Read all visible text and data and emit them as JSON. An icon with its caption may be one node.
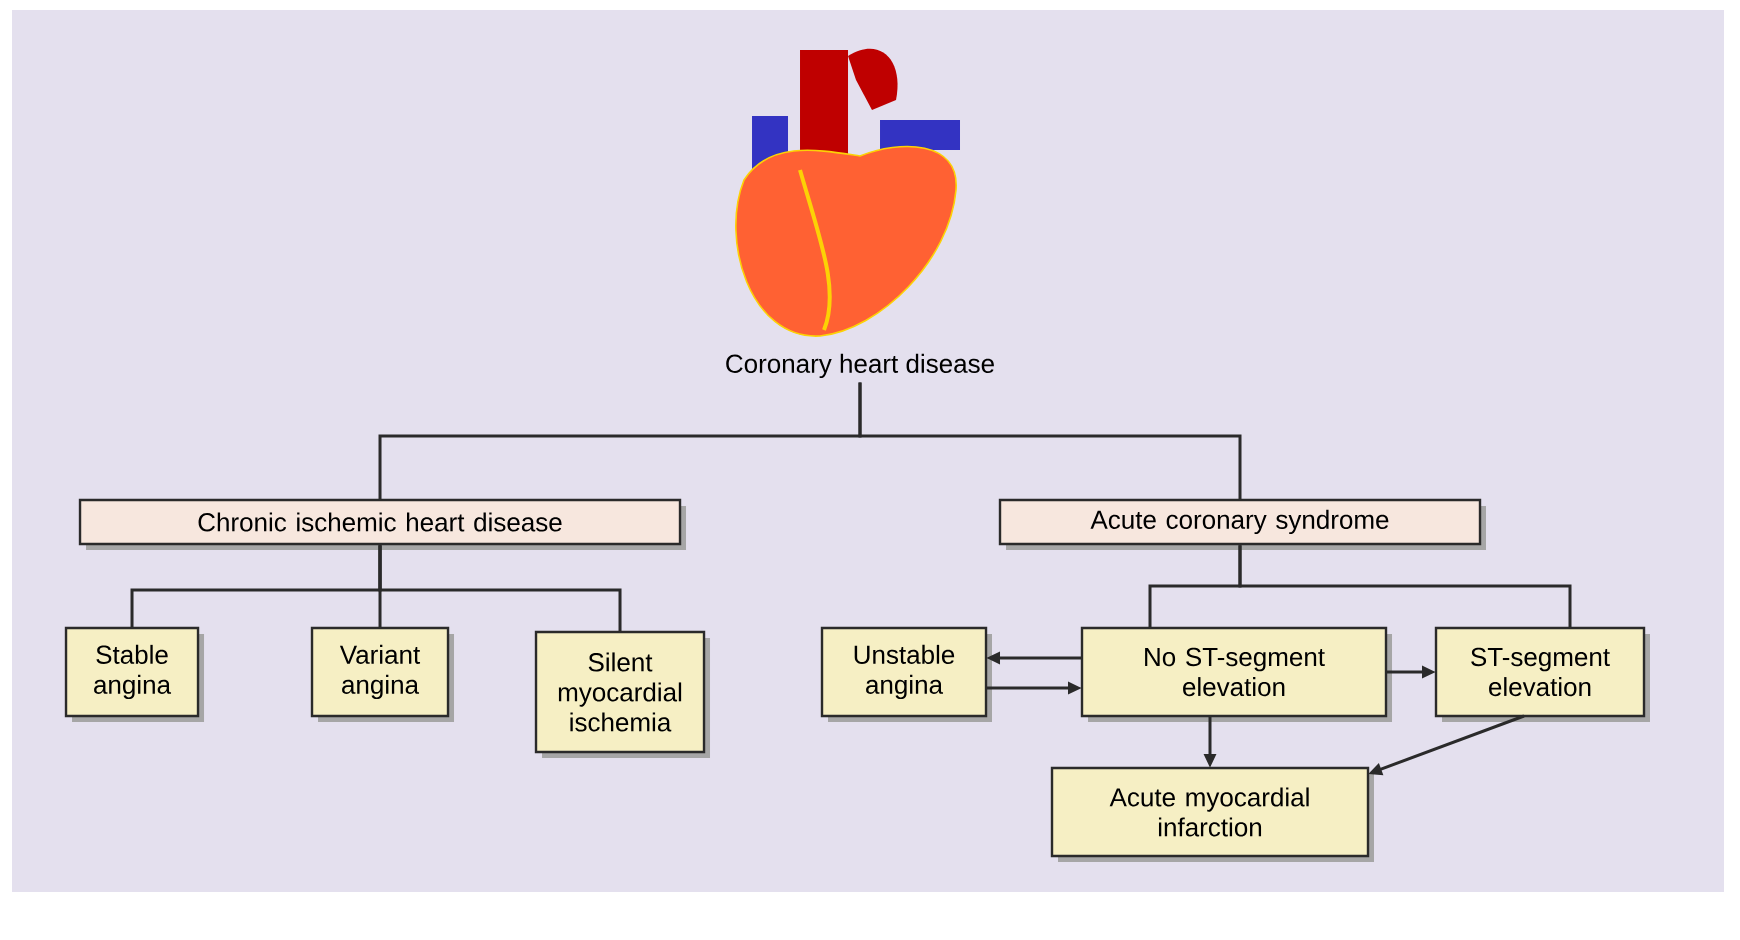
{
  "diagram": {
    "nodes": [
      {
        "text": [
          "Coronary heart disease"
        ]
      },
      {
        "text": [
          "Chronic ischemic heart disease"
        ]
      },
      {
        "text": [
          "Acute coronary syndrome"
        ]
      },
      {
        "text": [
          "Stable angina"
        ]
      },
      {
        "text": [
          "Variant angina"
        ]
      },
      {
        "text": [
          "Silent myocardial ischemia"
        ]
      },
      {
        "text": [
          "Unstable angina"
        ]
      },
      {
        "text": [
          "No ST-segment elevation"
        ]
      },
      {
        "text": [
          "ST-segment elevation"
        ]
      },
      {
        "text": [
          "Acute myocardial infarction"
        ]
      }
    ],
    "edges": [
      {
        "from": 0,
        "to": 1,
        "arrow": "none"
      },
      {
        "from": 0,
        "to": 2,
        "arrow": "none"
      },
      {
        "from": 1,
        "to": 3,
        "arrow": "none"
      },
      {
        "from": 1,
        "to": 4,
        "arrow": "none"
      },
      {
        "from": 1,
        "to": 5,
        "arrow": "none"
      },
      {
        "from": 2,
        "to": 7,
        "arrow": "none"
      },
      {
        "from": 2,
        "to": 8,
        "arrow": "none"
      },
      {
        "from": 7,
        "to": 6,
        "arrow": "to"
      },
      {
        "from": 6,
        "to": 7,
        "arrow": "to"
      },
      {
        "from": 7,
        "to": 8,
        "arrow": "to"
      },
      {
        "from": 7,
        "to": 9,
        "arrow": "to"
      },
      {
        "from": 8,
        "to": 9,
        "arrow": "to"
      }
    ]
  }
}
